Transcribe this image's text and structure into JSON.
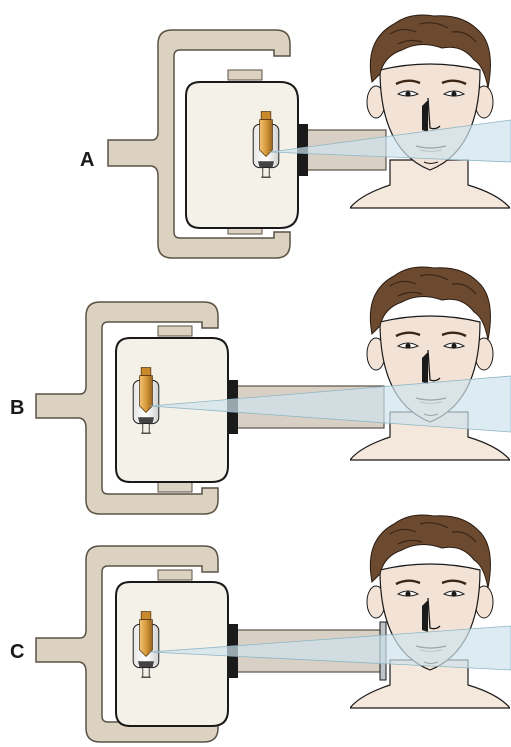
{
  "panels": [
    {
      "label": "A",
      "variant": "short-cone"
    },
    {
      "label": "B",
      "variant": "long-cone"
    },
    {
      "label": "C",
      "variant": "long-cone-with-ring"
    }
  ],
  "colors": {
    "tube_housing": "#dcd2c2",
    "tube_outline": "#5a5246",
    "head_body": "#f4f1e8",
    "head_outline": "#1a1a1a",
    "cone": "#d8d0c4",
    "beam": "#cfe3ec",
    "target_copper": "#d89a3a",
    "hair": "#6b4a30",
    "skin": "#f3e3d6"
  },
  "icons": [
    "xray-tube-icon",
    "position-indicator-cone-icon",
    "patient-face-icon"
  ]
}
